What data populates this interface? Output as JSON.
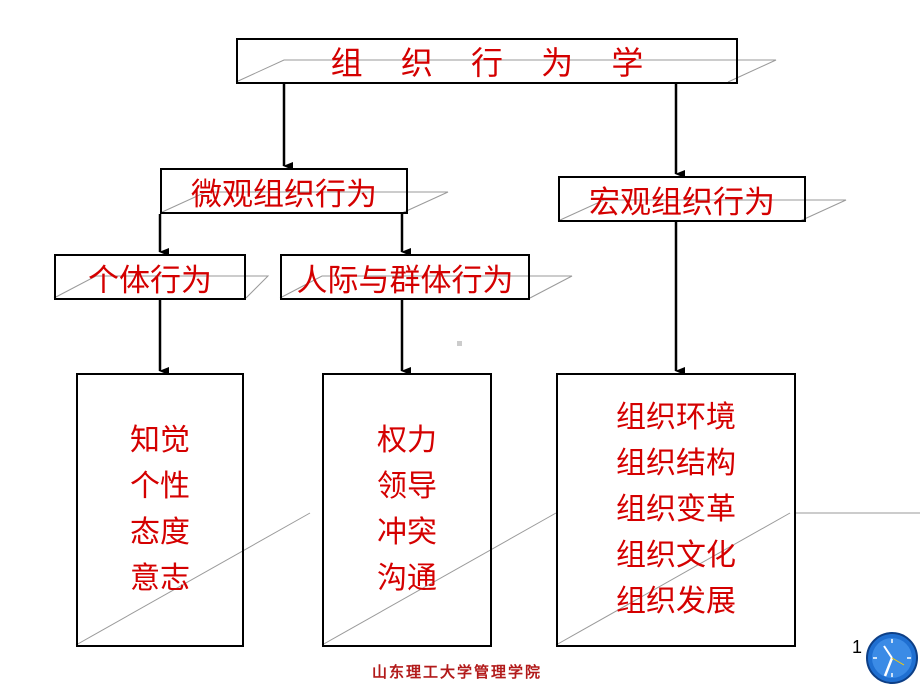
{
  "diagram": {
    "root": "组 织 行 为 学",
    "level2": {
      "micro": "微观组织行为",
      "macro": "宏观组织行为"
    },
    "level3": {
      "individual": "个体行为",
      "group": "人际与群体行为"
    },
    "topics": {
      "individual": [
        "知觉",
        "个性",
        "态度",
        "意志"
      ],
      "group": [
        "权力",
        "领导",
        "冲突",
        "沟通"
      ],
      "macro": [
        "组织环境",
        "组织结构",
        "组织变革",
        "组织文化",
        "组织发展"
      ]
    }
  },
  "footer": {
    "institution": "山东理工大学管理学院",
    "page_number": "1"
  },
  "colors": {
    "text": "#d40000",
    "footer": "#b21a1a",
    "lines": "#000000",
    "decor": "#9a9a9a",
    "clock": "#1f6fd1"
  },
  "icons": {
    "clock": "clock-icon"
  }
}
